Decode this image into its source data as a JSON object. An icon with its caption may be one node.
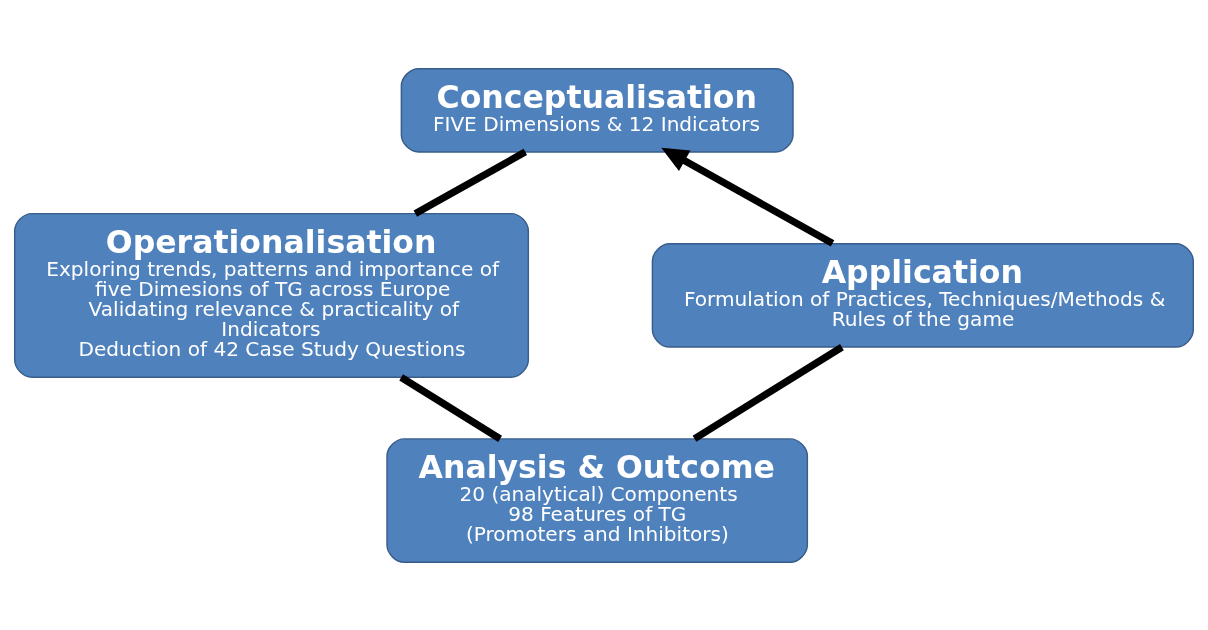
{
  "diagram": {
    "nodes": [
      {
        "text": [
          "Conceptualisation",
          "FIVE Dimensions & 12 Indicators"
        ]
      },
      {
        "text": [
          "Operationalisation",
          "Exploring trends, patterns and importance of five Dimesions of TG across Europe",
          "Validating relevance & practicality of Indicators",
          "Deduction of 42 Case Study Questions"
        ]
      },
      {
        "text": [
          "Analysis & Outcome",
          "20 (analytical) Components",
          "98 Features of TG",
          "(Promoters and Inhibitors)"
        ]
      },
      {
        "text": [
          "Application",
          "Formulation of Practices, Techniques/Methods & Rules of the game"
        ]
      }
    ],
    "edges": [
      {
        "from": 0,
        "to": 1,
        "arrow": "none"
      },
      {
        "from": 1,
        "to": 2,
        "arrow": "none"
      },
      {
        "from": 2,
        "to": 3,
        "arrow": "none"
      },
      {
        "from": 3,
        "to": 0,
        "arrow": "to"
      }
    ]
  }
}
